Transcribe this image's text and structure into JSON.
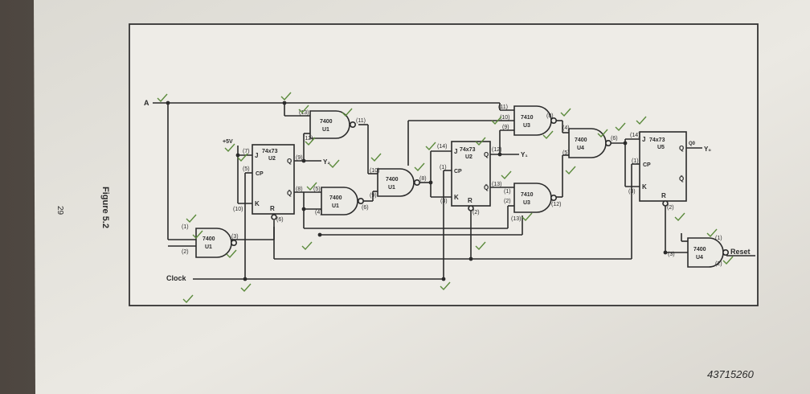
{
  "page": {
    "figure_caption": "Figure 5.2",
    "page_number": "29",
    "handwritten_note": "43715260"
  },
  "labels": {
    "input_a": "A",
    "clock": "Clock",
    "reset": "Reset",
    "plus_5v": "+5V",
    "y1": "Y₁",
    "y2": "Y₂",
    "y0": "Y₀",
    "q0": "Q0"
  },
  "chips": {
    "u1_top": {
      "part": "7400",
      "unit": "U1"
    },
    "u1_mid": {
      "part": "7400",
      "unit": "U1"
    },
    "u1_lower": {
      "part": "7400",
      "unit": "U1"
    },
    "u1_bottom": {
      "part": "7400",
      "unit": "U1"
    },
    "u3_top": {
      "part": "7410",
      "unit": "U3"
    },
    "u3_bottom": {
      "part": "7410",
      "unit": "U3"
    },
    "u4_top": {
      "part": "7400",
      "unit": "U4"
    },
    "u4_reset": {
      "part": "7400",
      "unit": "U4"
    },
    "ff_u2a": {
      "part": "74x73",
      "unit": "U2"
    },
    "ff_u2b": {
      "part": "74x73",
      "unit": "U2"
    },
    "ff_u5": {
      "part": "74x73",
      "unit": "U5"
    }
  },
  "ff_pins": {
    "j": "J",
    "k": "K",
    "cp": "CP",
    "q": "Q",
    "qbar": "Q̄",
    "r": "R"
  },
  "pin_numbers": {
    "p1": "(1)",
    "p2": "(2)",
    "p3": "(3)",
    "p4": "(4)",
    "p5": "(5)",
    "p6": "(6)",
    "p7": "(7)",
    "p8": "(8)",
    "p9": "(9)",
    "p10": "(10)",
    "p11": "(11)",
    "p12": "(12)",
    "p13": "(13)",
    "p14": "(14)"
  }
}
